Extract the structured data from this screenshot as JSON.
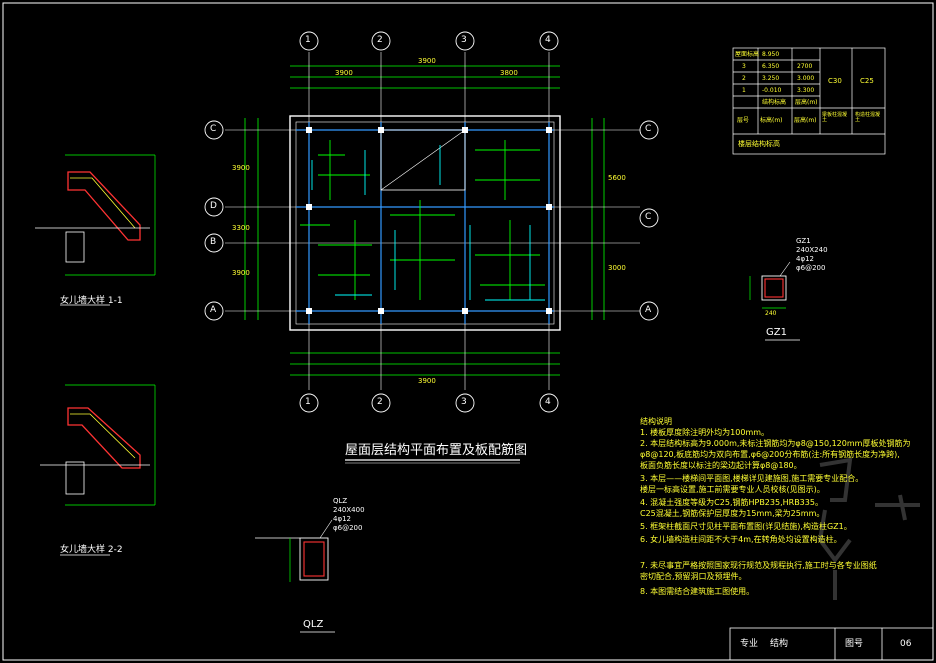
{
  "drawing": {
    "title": "屋面层结构平面布置及板配筋图",
    "grid_numbers": [
      "1",
      "2",
      "3",
      "4"
    ],
    "grid_letters_left": [
      "C",
      "D",
      "B",
      "A"
    ],
    "grid_letters_right": [
      "C",
      "C",
      "A"
    ],
    "dims_top": [
      "3900",
      "3900",
      "3800",
      "3900"
    ],
    "dims_side_left": [
      "3900",
      "3300",
      "3900"
    ],
    "dims_side_right": [
      "5600",
      "3000"
    ],
    "section_1_label": "女儿墙大样 1-1",
    "section_2_label": "女儿墙大样 2-2",
    "qlz_label": "QLZ",
    "qlz_spec": [
      "240X400",
      "4φ12",
      "φ6@200"
    ],
    "gz_label": "GZ1",
    "gz_spec": [
      "240X240",
      "4φ12",
      "φ6@200"
    ],
    "gz_dim": "240",
    "notes_title": "结构说明",
    "notes": [
      "1. 楼板厚度除注明外均为100mm。",
      "2. 本层结构标高为9.000m,未标注钢筋均为φ8@150,120mm厚板处钢筋为",
      "   φ8@120,板底筋均为双向布置,φ6@200分布筋(注:所有钢筋长度为净跨),",
      "   板面负筋长度以标注的梁边起计算φ8@180。",
      "3. 本层——楼梯间平面图,楼梯详见建施图,施工需要专业配合。",
      "   楼层一标高设置,施工前需要专业人员校核(见图示)。",
      "4. 混凝土强度等级为C25,钢筋HPB235,HRB335。",
      "   C25混凝土,钢筋保护层厚度为15mm,梁为25mm。",
      "5. 框架柱截面尺寸见柱平面布置图(详见结施),构造柱GZ1。",
      "6. 女儿墙构造柱间距不大于4m,在转角处均设置构造柱。",
      "7. 未尽事宜严格按照国家现行规范及规程执行,施工时与各专业图纸",
      "   密切配合,预留洞口及预埋件。",
      "8. 本图需结合建筑施工图使用。"
    ],
    "title_block": {
      "discipline_label": "专业",
      "discipline": "结构",
      "sheet_label": "图号",
      "sheet_no": "06"
    },
    "table": {
      "rows": [
        [
          "屋面标高",
          "8.950",
          "",
          ""
        ],
        [
          "3",
          "6.350",
          "2700",
          ""
        ],
        [
          "2",
          "3.250",
          "3.000",
          ""
        ],
        [
          "1",
          "-0.010",
          "3.300",
          ""
        ],
        [
          "",
          "结构标高",
          "层高(m)",
          ""
        ]
      ],
      "side_cells": [
        "C30",
        "C25"
      ],
      "footer_row": [
        "层号",
        "标高(m)",
        "层高(m)",
        "梁板柱混凝土",
        "构造柱混凝土"
      ],
      "caption": "楼层结构标高"
    }
  }
}
